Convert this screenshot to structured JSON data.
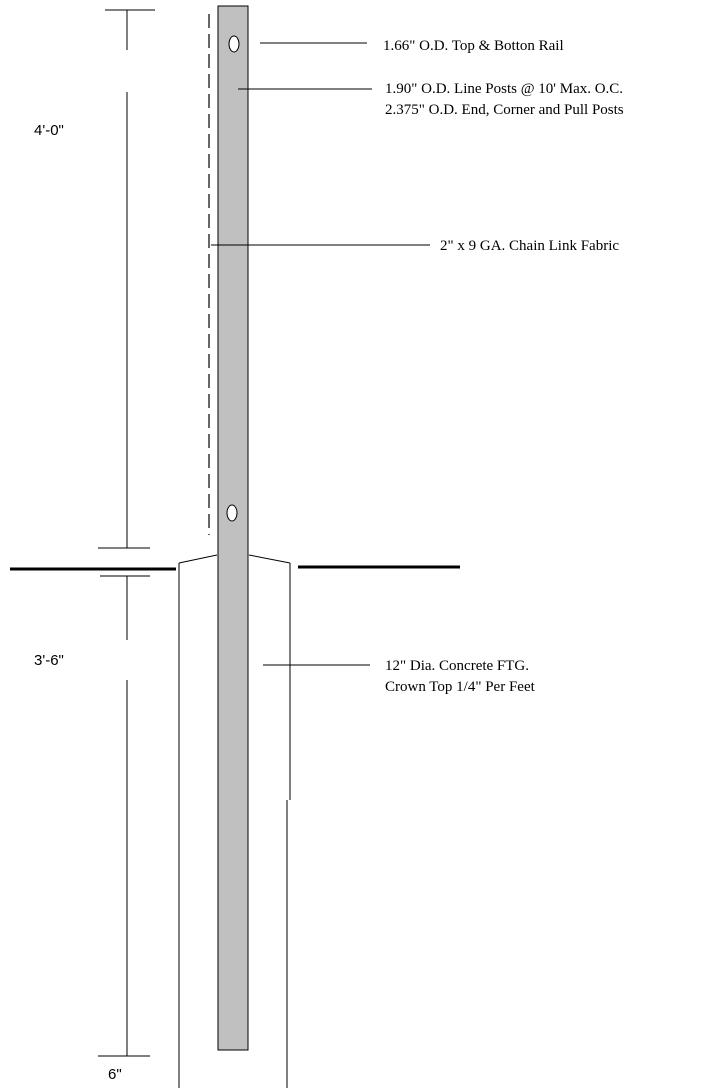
{
  "dimensions": {
    "above_grade": "4'-0\"",
    "below_grade": "3'-6\"",
    "bottom": "6\""
  },
  "callouts": {
    "rail": "1.66\" O.D. Top & Botton Rail",
    "line_posts": "1.90\" O.D. Line Posts @ 10' Max. O.C.",
    "end_posts": "2.375\" O.D. End, Corner and Pull Posts",
    "fabric": "2\" x  9 GA.  Chain Link Fabric",
    "footing": "12\" Dia. Concrete FTG.",
    "crown": "Crown Top 1/4\" Per Feet"
  },
  "colors": {
    "post_fill": "#c0c0c0",
    "line": "#000000"
  }
}
